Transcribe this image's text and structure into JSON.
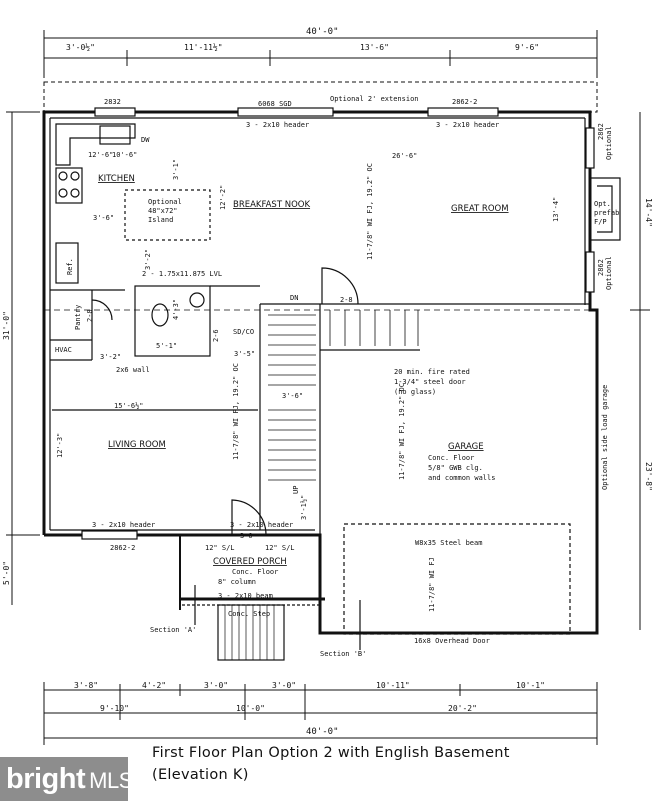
{
  "dims": {
    "overall_top": "40'-0\"",
    "top_segments": [
      "3'-0½\"",
      "11'-11½\"",
      "13'-6\"",
      "9'-6\""
    ],
    "overall_bottom": "40'-0\"",
    "bottom_row1": [
      "3'-8\"",
      "4'-2\"",
      "3'-0\"",
      "3'-0\"",
      "10'-11\"",
      "10'-1\""
    ],
    "bottom_row2": [
      "9'-10\"",
      "10'-0\"",
      "20'-2\""
    ],
    "left_main": "31'-0\"",
    "left_porch": "5'-0\"",
    "right_upper": "14'-4\"",
    "right_lower": "23'-8\""
  },
  "windows": {
    "w1": "2832",
    "sgd": "6068 SGD",
    "w2": "2862-2",
    "w3": "2862-2",
    "right1": "2862",
    "right1b": "Optional",
    "right2": "2862",
    "right2b": "Optional"
  },
  "notes": {
    "extension": "Optional 2' extension",
    "header1": "3 - 2x10 header",
    "header2": "3 - 2x10 header",
    "header3": "3 - 2x10 header",
    "header4": "3 - 2x10 header",
    "island": [
      "Optional",
      "48\"x72\"",
      "Island"
    ],
    "lvl": "2 - 1.75x11.875 LVL",
    "joist1": "11-7/8\" WI FJ, 19.2\" OC",
    "joist2": "11-7/8\" WI FJ, 19.2\" OC",
    "joist3": "11-7/8\" WI FJ, 19.2\" OC",
    "joist4": "11-7/8\" WI FJ",
    "fireplace": [
      "Opt.",
      "prefab",
      "F/P"
    ],
    "sdco": "SD/CO",
    "wall": "2x6 wall",
    "fire_door": [
      "20 min. fire rated",
      "1-3/4\" steel door",
      "(no glass)"
    ],
    "garage_spec": [
      "Conc. Floor",
      "5/8\" GWB clg.",
      "and common walls"
    ],
    "side_load": "Optional side load garage",
    "steel_beam": "W8x35 Steel beam",
    "porch_floor": "Conc. Floor",
    "column": "8\" column",
    "porch_beam": "3 - 2x10 beam",
    "step": "Conc. Step",
    "overhead": "16x8 Overhead Door",
    "sect_a": "Section 'A'",
    "sect_b": "Section 'B'",
    "dn": "DN",
    "up": "UP",
    "dw": "DW",
    "ref": "Ref.",
    "pantry": "Pantry",
    "hvac": "HVAC",
    "door_28a": "2-8",
    "door_26": "2-6",
    "door_28b": "2-8",
    "door_30": "3-0",
    "sl1": "12\" S/L",
    "sl2": "12\" S/L"
  },
  "rooms": {
    "kitchen": "KITCHEN",
    "nook": "BREAKFAST NOOK",
    "great": "GREAT ROOM",
    "living": "LIVING ROOM",
    "garage": "GARAGE",
    "porch": "COVERED PORCH"
  },
  "inner_dims": {
    "k1": "12'-6\"",
    "k2": "10'-6\"",
    "k3": "26'-6\"",
    "k4": "3'-6\"",
    "k5": "3'-1\"",
    "k6": "12'-2\"",
    "k7": "13'-4\"",
    "k8": "3'-2\"",
    "k9": "4'-3\"",
    "k10": "5'-1\"",
    "k11": "3'-2\"",
    "k12": "3'-5\"",
    "k13": "3'-6\"",
    "k14": "15'-6½\"",
    "k15": "12'-3\"",
    "k16": "3'-1½\""
  },
  "caption": {
    "line1": "First Floor Plan Option 2 with English Basement",
    "line2": "(Elevation K)"
  },
  "watermark": {
    "brand": "bright",
    "suffix": "MLS"
  }
}
